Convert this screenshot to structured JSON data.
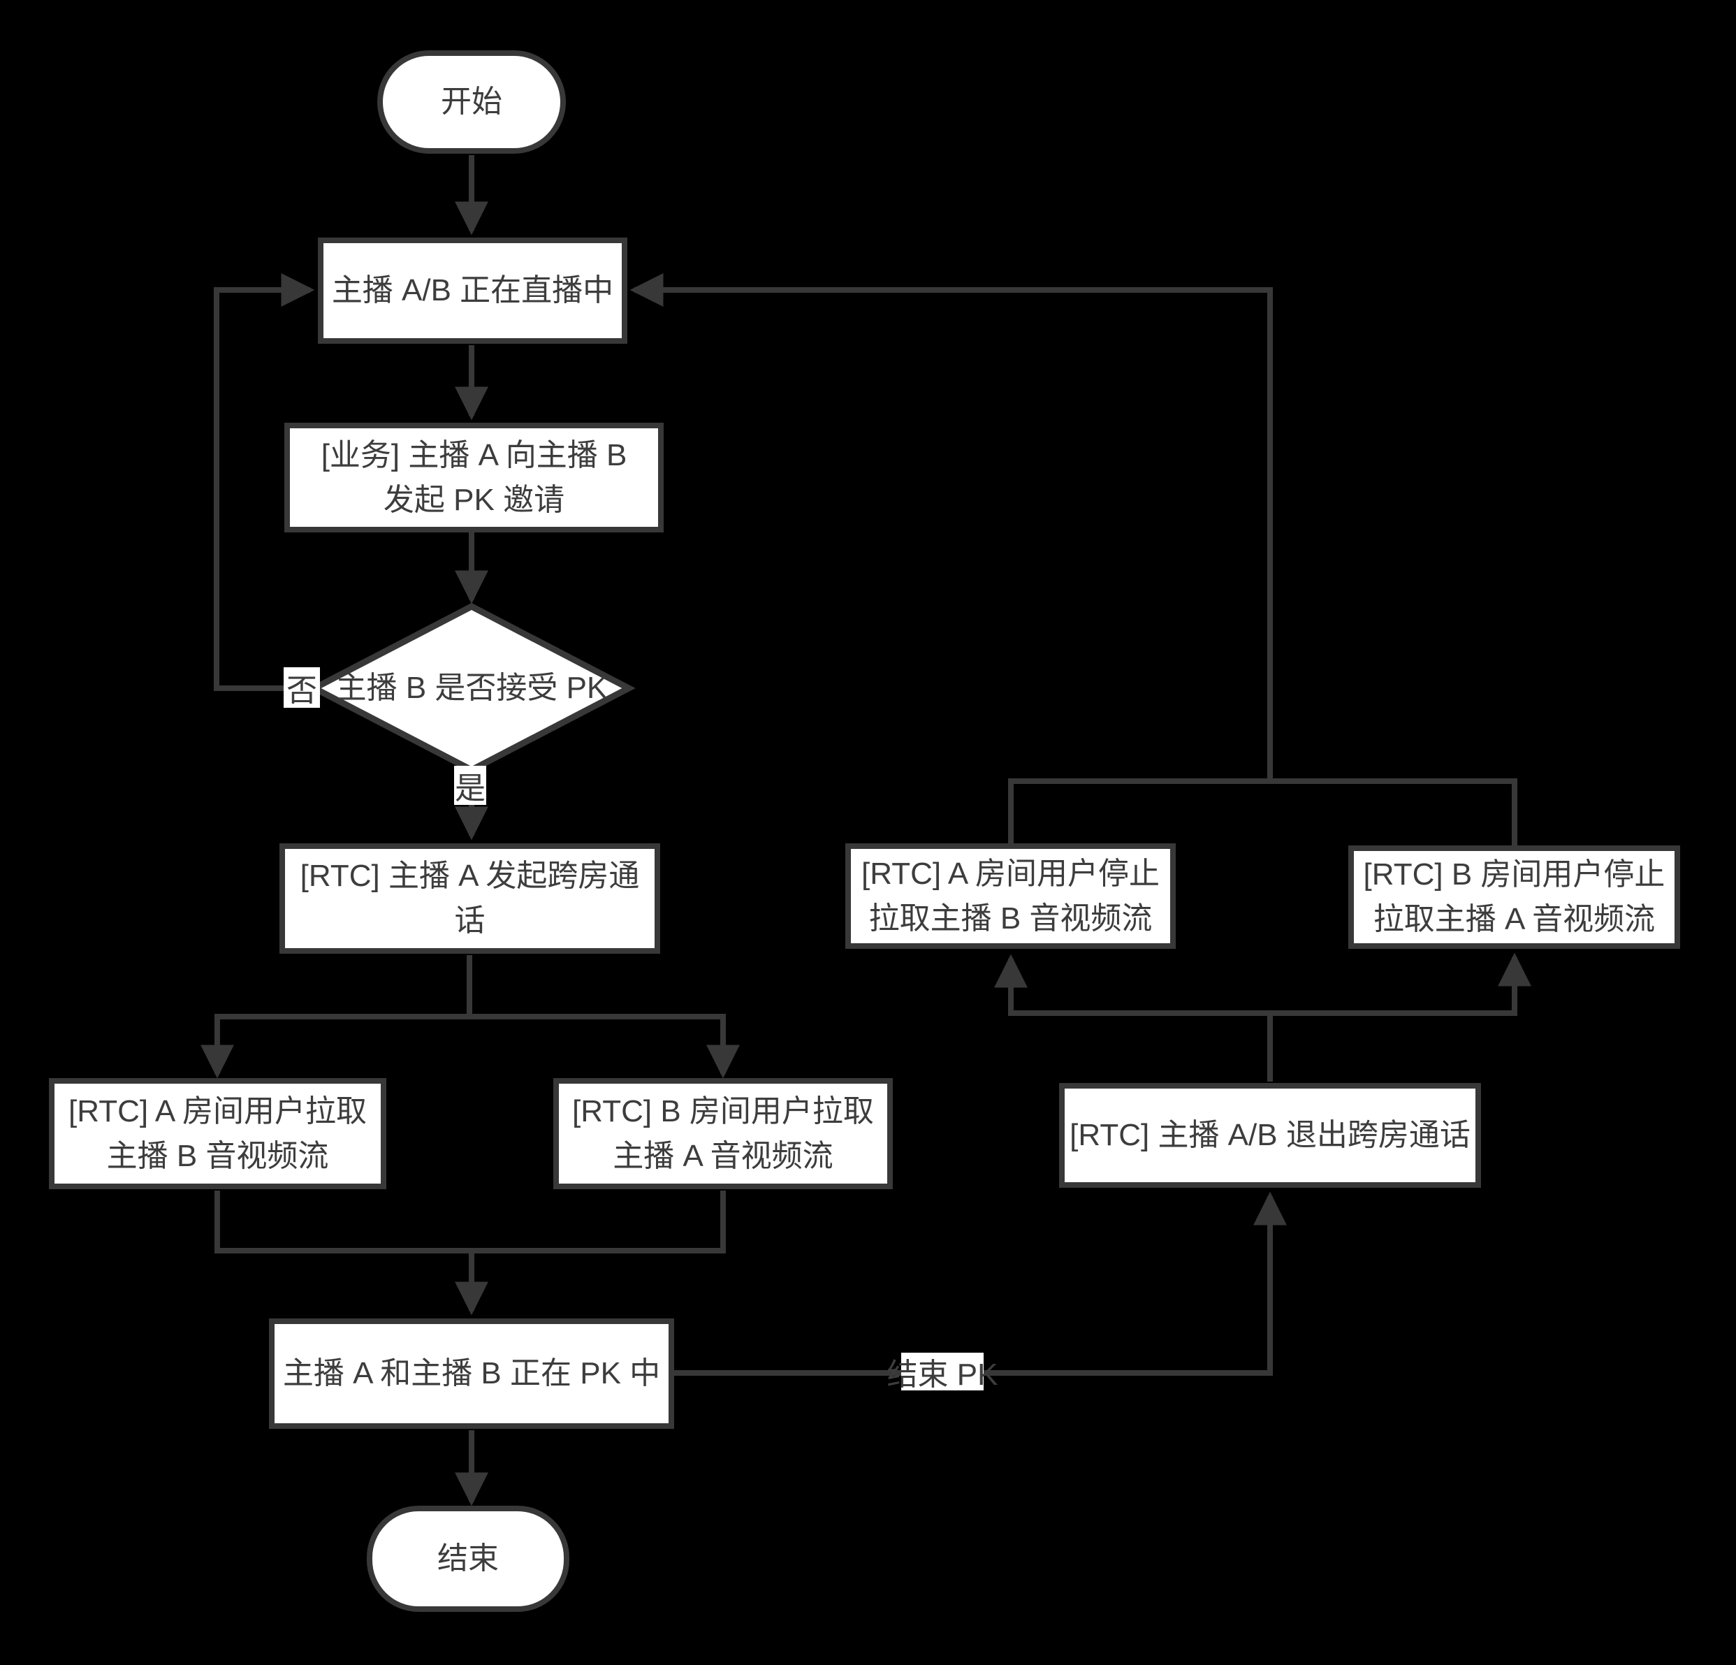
{
  "diagram": {
    "background_color": "#000000",
    "node_fill": "#ffffff",
    "stroke_color": "#383838",
    "text_color": "#3d3d3d"
  },
  "nodes": {
    "start": {
      "type": "terminal",
      "label": "开始"
    },
    "live": {
      "type": "process",
      "label": "主播 A/B 正在直播中"
    },
    "invite": {
      "type": "process",
      "lines": [
        "[业务] 主播 A 向主播 B",
        "发起 PK 邀请"
      ]
    },
    "decision": {
      "type": "decision",
      "label": "主播 B 是否接受 PK"
    },
    "rtc_call": {
      "type": "process",
      "label": "[RTC] 主播 A 发起跨房通话"
    },
    "pull_a": {
      "type": "process",
      "lines": [
        "[RTC] A 房间用户拉取",
        "主播 B 音视频流"
      ]
    },
    "pull_b": {
      "type": "process",
      "lines": [
        "[RTC] B 房间用户拉取",
        "主播 A 音视频流"
      ]
    },
    "pk": {
      "type": "process",
      "label": "主播 A 和主播 B 正在 PK 中"
    },
    "end": {
      "type": "terminal",
      "label": "结束"
    },
    "stop_a": {
      "type": "process",
      "lines": [
        "[RTC] A 房间用户停止",
        "拉取主播 B 音视频流"
      ]
    },
    "stop_b": {
      "type": "process",
      "lines": [
        "[RTC] B 房间用户停止",
        "拉取主播 A 音视频流"
      ]
    },
    "exit": {
      "type": "process",
      "label": "[RTC] 主播 A/B 退出跨房通话"
    }
  },
  "edge_labels": {
    "no": "否",
    "yes": "是",
    "end_pk": "结束 PK"
  }
}
